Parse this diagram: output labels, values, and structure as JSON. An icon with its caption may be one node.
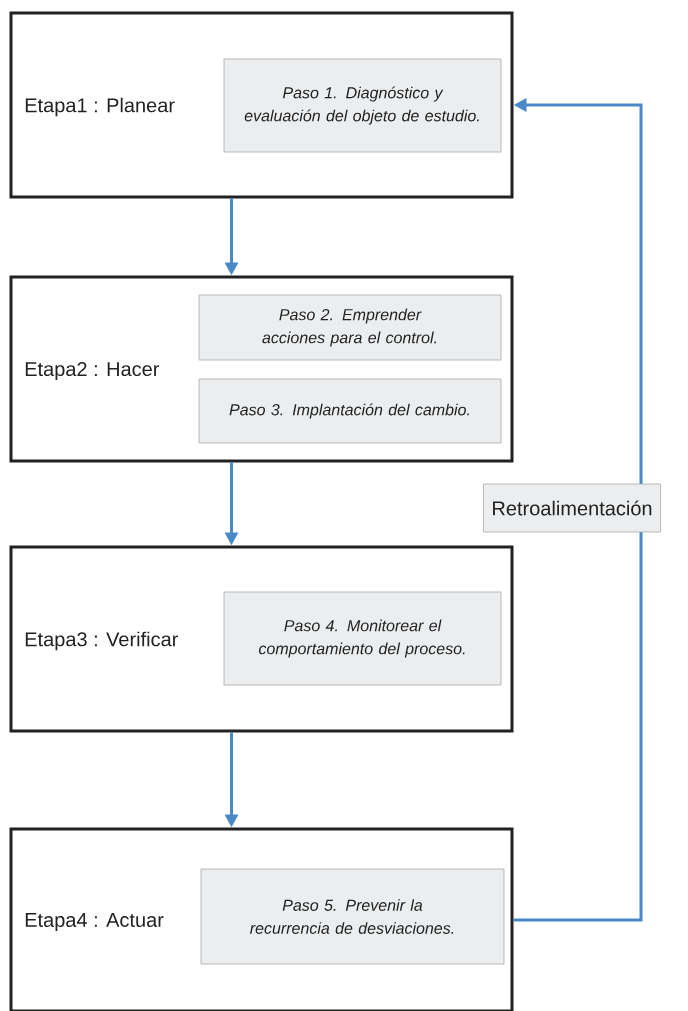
{
  "diagram": {
    "nodes": [
      {
        "text": [
          "Etapa1 : Planear"
        ]
      },
      {
        "text": [
          "Paso 1. Diagnóstico y evaluación del objeto de estudio."
        ],
        "in": 0
      },
      {
        "text": [
          "Etapa2 : Hacer"
        ]
      },
      {
        "text": [
          "Paso 2. Emprender acciones para el control."
        ],
        "in": 2
      },
      {
        "text": [
          "Paso 3. Implantación del cambio."
        ],
        "in": 2
      },
      {
        "text": [
          "Etapa3 : Verificar"
        ]
      },
      {
        "text": [
          "Paso 4. Monitorear el comportamiento del proceso."
        ],
        "in": 5
      },
      {
        "text": [
          "Etapa4 : Actuar"
        ]
      },
      {
        "text": [
          "Paso 5. Prevenir la recurrencia de desviaciones."
        ],
        "in": 7
      }
    ],
    "edges": [
      {
        "from": 0,
        "to": 2,
        "arrow": "to"
      },
      {
        "from": 2,
        "to": 5,
        "arrow": "to"
      },
      {
        "from": 5,
        "to": 7,
        "arrow": "to"
      },
      {
        "from": 7,
        "to": 0,
        "arrow": "to",
        "label": "Retroalimentación"
      }
    ]
  }
}
